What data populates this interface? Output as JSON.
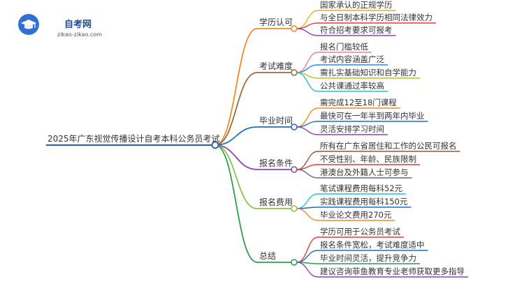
{
  "logo": {
    "title": "自考网",
    "url": "zikao-zikao.com",
    "icon": "graduation-cap-icon"
  },
  "root": {
    "label": "2025年广东视觉传播设计自考本科公务员考试"
  },
  "branches": [
    {
      "label": "学历认可",
      "color": "#f08a2c",
      "children": [
        {
          "label": "国家承认的正规学历",
          "color": "#e0b21f"
        },
        {
          "label": "与全日制本科学历相同法律效力",
          "color": "#e23a3a"
        },
        {
          "label": "符合招考要求可报考",
          "color": "#8e44ad"
        }
      ]
    },
    {
      "label": "考试难度",
      "color": "#9b6b3e",
      "children": [
        {
          "label": "报名门槛较低",
          "color": "#e87fa1"
        },
        {
          "label": "考试内容涵盖广泛",
          "color": "#2a8ad4"
        },
        {
          "label": "需扎实基础知识和自学能力",
          "color": "#b5c21c"
        },
        {
          "label": "公共课通过率较高",
          "color": "#27bfcf"
        }
      ]
    },
    {
      "label": "毕业时间",
      "color": "#1e6fc2",
      "children": [
        {
          "label": "需完成12至18门课程",
          "color": "#f08a2c"
        },
        {
          "label": "最快可在一年半到两年内毕业",
          "color": "#1e6fc2"
        },
        {
          "label": "灵活安排学习时间",
          "color": "#8e44ad"
        }
      ]
    },
    {
      "label": "报名条件",
      "color": "#8e44ad",
      "children": [
        {
          "label": "所有在广东省居住和工作的公民可报名",
          "color": "#8b5a3c"
        },
        {
          "label": "不受性别、年龄、民族限制",
          "color": "#e23a3a"
        },
        {
          "label": "港澳台及外籍人士可参与",
          "color": "#5b6b7a"
        }
      ]
    },
    {
      "label": "报名费用",
      "color": "#8bc34a",
      "children": [
        {
          "label": "笔试课程费用每科52元",
          "color": "#27bfcf"
        },
        {
          "label": "实践课程费用每科150元",
          "color": "#1e6fc2"
        },
        {
          "label": "毕业论文费用270元",
          "color": "#f08a2c"
        }
      ]
    },
    {
      "label": "总结",
      "color": "#2e9e4f",
      "children": [
        {
          "label": "学历可用于公务员考试",
          "color": "#e23a3a"
        },
        {
          "label": "报名条件宽松，考试难度适中",
          "color": "#1e6fc2"
        },
        {
          "label": "毕业时间灵活，提升竞争力",
          "color": "#2e9e4f"
        },
        {
          "label": "建议咨询菲鱼教育专业老师获取更多指导",
          "color": "#8e44ad"
        }
      ]
    }
  ]
}
